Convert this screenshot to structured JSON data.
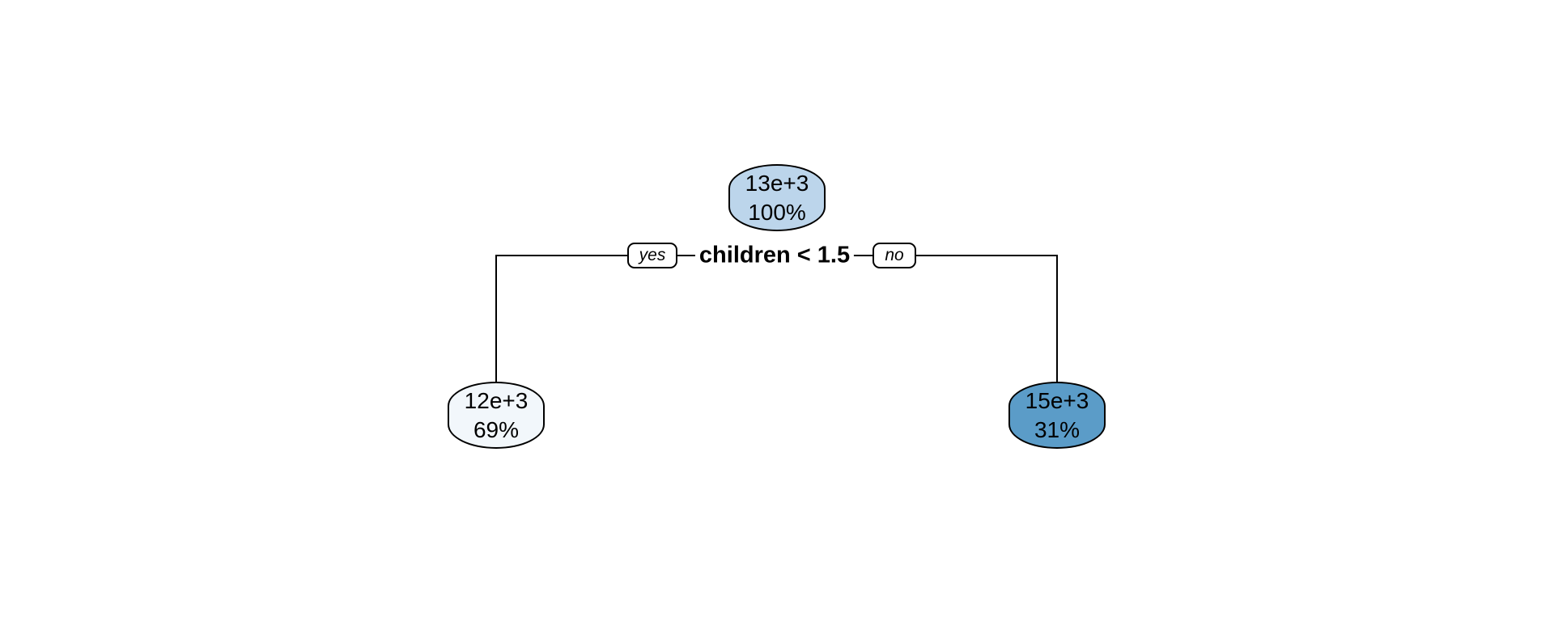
{
  "page": {
    "background": "#ffffff"
  },
  "tree": {
    "split": {
      "condition": "children < 1.5",
      "yes_label": "yes",
      "no_label": "no"
    },
    "nodes": {
      "root": {
        "value": "13e+3",
        "percent": "100%",
        "fill": "#bcd5eb"
      },
      "left": {
        "value": "12e+3",
        "percent": "69%",
        "fill": "#f2f7fb"
      },
      "right": {
        "value": "15e+3",
        "percent": "31%",
        "fill": "#5b9cc8"
      }
    },
    "style": {
      "line_color": "#000000",
      "border_color": "#000000"
    }
  }
}
